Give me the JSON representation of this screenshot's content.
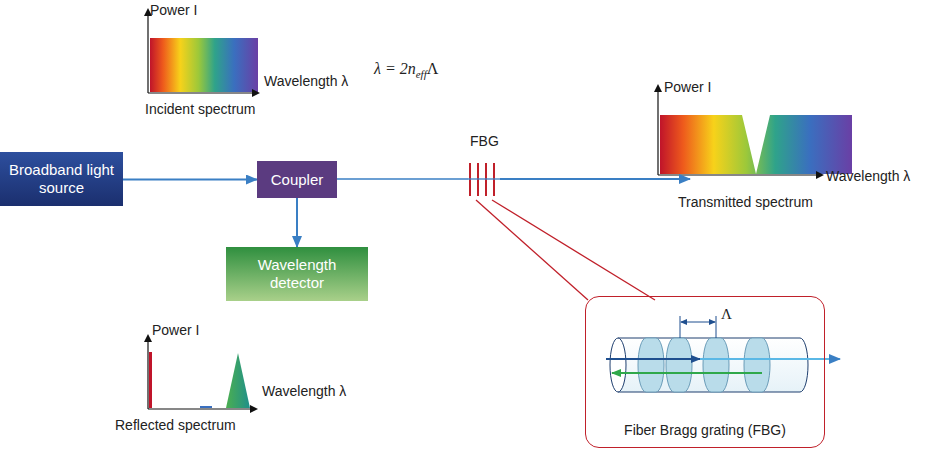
{
  "diagram": {
    "nodes": [
      {
        "text": [
          "Broadband light source"
        ]
      },
      {
        "text": [
          "Coupler"
        ]
      },
      {
        "text": [
          "Wavelength detector"
        ]
      },
      {
        "text": [
          "Fiber Bragg grating (FBG)"
        ]
      }
    ],
    "edges": [
      {
        "from": 0,
        "to": 1,
        "arrow": "to"
      },
      {
        "from": 1,
        "to": 2,
        "arrow": "to"
      }
    ],
    "labels": [
      "Power I",
      "Wavelength λ",
      "Incident spectrum",
      "λ = 2n",
      "eff",
      "Λ",
      "FBG",
      "Power I",
      "Wavelength λ",
      "Transmitted spectrum",
      "Power I",
      "Wavelength λ",
      "Reflected spectrum",
      "Λ"
    ]
  }
}
